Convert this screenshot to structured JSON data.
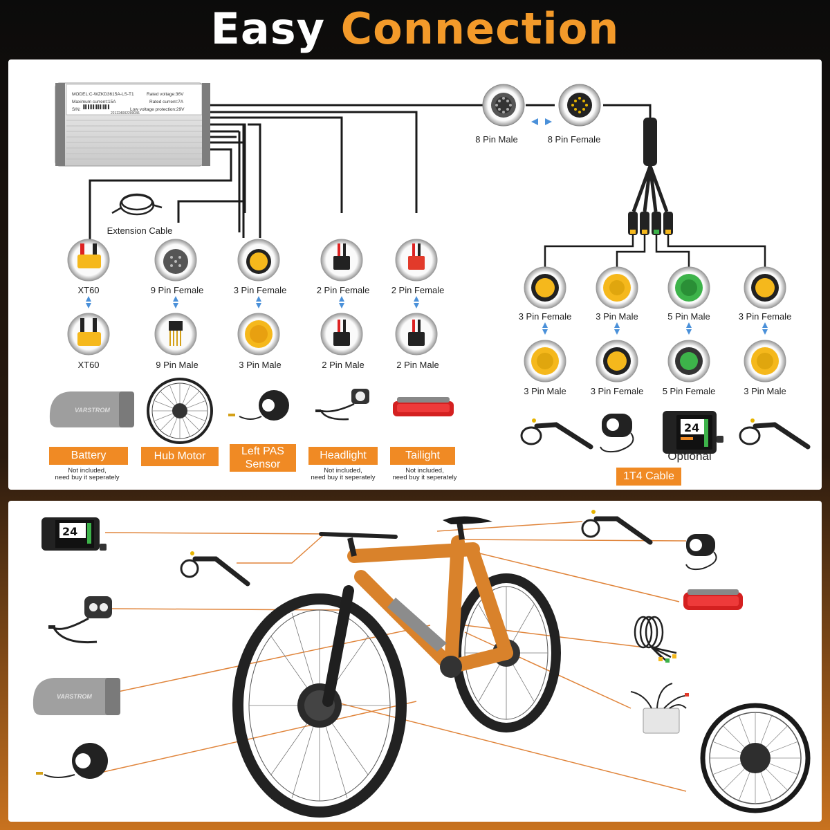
{
  "title": {
    "word1": "Easy",
    "word2": "Connection"
  },
  "controller": {
    "model": "MODEL:C-WZKD3615A-LS-T1",
    "max_current": "Maximum current:15A",
    "sn": "S/N:",
    "rated_voltage": "Rated voltage:36V",
    "rated_current": "Rated current:7A",
    "low_voltage": "Low voltage protection:29V",
    "serial": "221224002200036"
  },
  "extension_cable": "Extension Cable",
  "connectors_top": [
    "XT60",
    "9 Pin Female",
    "3 Pin Female",
    "2 Pin Female",
    "2 Pin Female"
  ],
  "connectors_bottom": [
    "XT60",
    "9 Pin Male",
    "3 Pin Male",
    "2 Pin Male",
    "2 Pin Male"
  ],
  "devices": {
    "battery": "Battery",
    "hub_motor": "Hub Motor",
    "pas_line1": "Left PAS",
    "pas_line2": "Sensor",
    "headlight": "Headlight",
    "taillight": "Tailight"
  },
  "notes": {
    "line1": "Not included,",
    "line2": "need buy it seperately"
  },
  "eight_pin": {
    "male": "8 Pin Male",
    "female": "8 Pin Female"
  },
  "t4_top": [
    "3 Pin Female",
    "3 Pin Male",
    "5 Pin Male",
    "3 Pin Female"
  ],
  "t4_bottom": [
    "3 Pin Male",
    "3 Pin Female",
    "5 Pin Female",
    "3 Pin Male"
  ],
  "optional": "Optional",
  "t4_cable": "1T4 Cable",
  "display_speed": "24",
  "brand": "VARSTROM",
  "colors": {
    "orange": "#f08a24",
    "title_orange": "#f39a2a",
    "arrow_blue": "#4a90d9",
    "yellow_connector": "#f5b81c",
    "green_connector": "#3db34a",
    "red_connector": "#e23a2a",
    "frame_orange": "#d9822b"
  }
}
